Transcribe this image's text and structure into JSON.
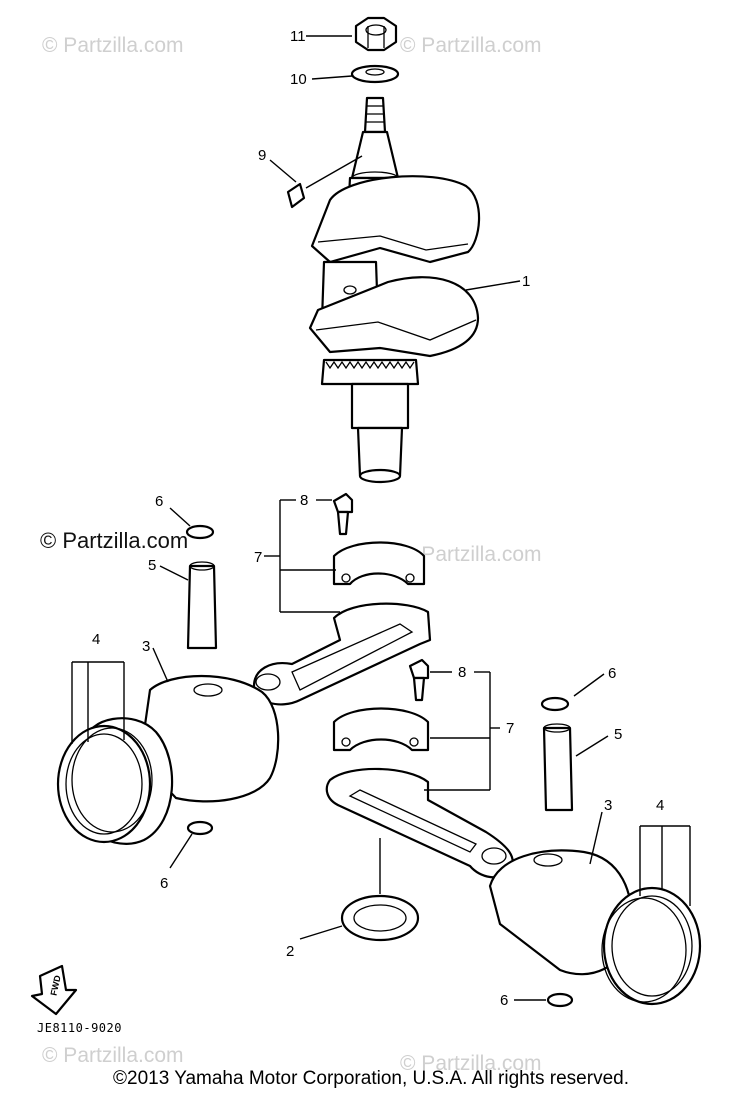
{
  "watermark": {
    "text": "© Partzilla.com"
  },
  "callouts": {
    "c1": "1",
    "c2": "2",
    "c3a": "3",
    "c3b": "3",
    "c4a": "4",
    "c4b": "4",
    "c5a": "5",
    "c5b": "5",
    "c6a": "6",
    "c6b": "6",
    "c6c": "6",
    "c6d": "6",
    "c7a": "7",
    "c7b": "7",
    "c8a": "8",
    "c8b": "8",
    "c9": "9",
    "c10": "10",
    "c11": "11"
  },
  "fwd_label": "FWD",
  "diagram_code": "JE8110-9020",
  "copyright": "©2013 Yamaha Motor Corporation, U.S.A. All rights reserved."
}
